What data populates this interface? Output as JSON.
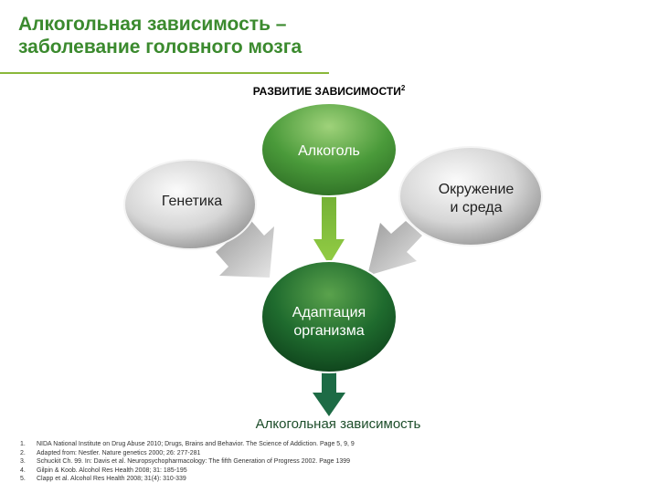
{
  "slide": {
    "title_line1": "Алкогольная зависимость –",
    "title_line2": "заболевание головного мозга",
    "subtitle": "РАЗВИТИЕ ЗАВИСИМОСТИ",
    "subtitle_sup": "2"
  },
  "diagram": {
    "alcohol": "Алкоголь",
    "genetics": "Генетика",
    "environment_line1": "Окружение",
    "environment_line2": "и среда",
    "adaptation_line1": "Адаптация",
    "adaptation_line2": "организма",
    "outcome": "Алкогольная зависимость"
  },
  "colors": {
    "title_green": "#3b8a2e",
    "alcohol_node": "#4a9a3a",
    "adaptation_node": "#1f6b2e",
    "gray_node": "#bdbdbd",
    "arrow_green": "#7fb935",
    "arrow_dark": "#1d6b45"
  },
  "references": [
    {
      "num": "1.",
      "text": "NIDA National Institute on Drug Abuse 2010; Drugs, Brains and Behavior. The Science of Addiction. Page 5, 9, 9"
    },
    {
      "num": "2.",
      "text": "Adapted from: Nestler. Nature genetics 2000; 26: 277-281"
    },
    {
      "num": "3.",
      "text": "Schuckit Ch. 99. In: Davis et al. Neuropsychopharmacology: The fifth Generation of Progress 2002. Page 1399"
    },
    {
      "num": "4.",
      "text": "Gilpin & Koob. Alcohol Res Health 2008; 31: 185-195"
    },
    {
      "num": "5.",
      "text": "Clapp et al. Alcohol Res Health 2008; 31(4): 310-339"
    }
  ]
}
